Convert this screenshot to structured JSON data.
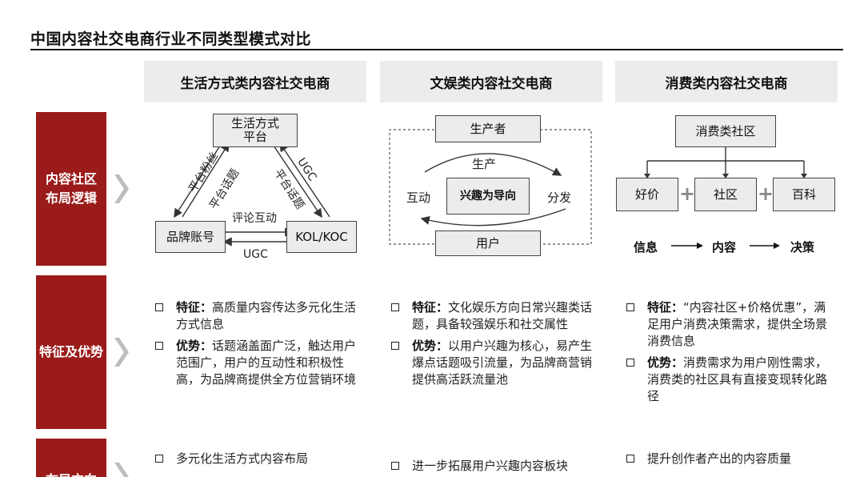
{
  "title": "中国内容社交电商行业不同类型模式对比",
  "columns": [
    {
      "header": "生活方式类内容社交电商"
    },
    {
      "header": "文娱类内容社交电商"
    },
    {
      "header": "消费类内容社交电商"
    }
  ],
  "rows": [
    {
      "label_line1": "内容社区",
      "label_line2": "布局逻辑"
    },
    {
      "label_line1": "特征及优势"
    },
    {
      "label_line1": "布局方向"
    }
  ],
  "diagram1": {
    "platform_line1": "生活方式",
    "platform_line2": "平台",
    "brand": "品牌账号",
    "kol": "KOL/KOC",
    "fans": "平台粉丝",
    "topic_left": "平台话题",
    "topic_right": "平台话题",
    "ugc_right": "UGC",
    "comment": "评论互动",
    "ugc_bottom": "UGC"
  },
  "diagram2": {
    "producer": "生产者",
    "center": "兴趣为导向",
    "user": "用户",
    "produce": "生产",
    "interact": "互动",
    "distribute": "分发"
  },
  "diagram3": {
    "community": "消费类社区",
    "price": "好价",
    "social": "社区",
    "wiki": "百科",
    "plus": "+",
    "flow": [
      "信息",
      "内容",
      "决策"
    ]
  },
  "features": [
    {
      "items": [
        {
          "key": "特征：",
          "text": "高质量内容传达多元化生活方式信息"
        },
        {
          "key": "优势：",
          "text": "话题涵盖面广泛，触达用户范围广，用户的互动性和积极性高，为品牌商提供全方位营销环境"
        }
      ]
    },
    {
      "items": [
        {
          "key": "特征：",
          "text": "文化娱乐方向日常兴趣类话题，具备较强娱乐和社交属性"
        },
        {
          "key": "优势：",
          "text": "以用户兴趣为核心，易产生爆点话题吸引流量，为品牌商营销提供高活跃流量池"
        }
      ]
    },
    {
      "items": [
        {
          "key": "特征：",
          "text": "“内容社区+价格优惠”，满足用户消费决策需求，提供全场景消费信息"
        },
        {
          "key": "优势：",
          "text": "消费需求为用户刚性需求，消费类的社区具有直接变现转化路径"
        }
      ]
    }
  ],
  "directions": [
    {
      "items": [
        "多元化生活方式内容布局"
      ]
    },
    {
      "items": [
        "进一步拓展用户兴趣内容板块"
      ]
    },
    {
      "items": [
        "提升创作者产出的内容质量"
      ]
    }
  ],
  "colors": {
    "accent": "#9b1b1b",
    "panel": "#ececec"
  }
}
